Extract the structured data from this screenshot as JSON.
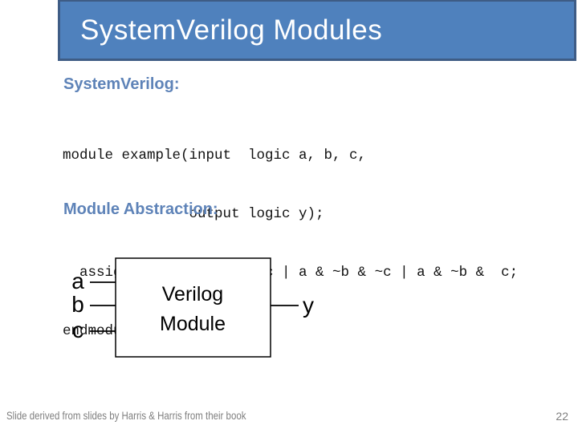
{
  "slide": {
    "title": "SystemVerilog Modules",
    "headings": {
      "language": "SystemVerilog:",
      "abstraction": "Module Abstraction:"
    },
    "code": {
      "lines": [
        "module example(input  logic a, b, c,",
        "               output logic y);",
        "  assign y = ~a & ~b & ~c | a & ~b & ~c | a & ~b &  c;",
        "endmodule"
      ]
    },
    "diagram": {
      "inputs": [
        "a",
        "b",
        "c"
      ],
      "output_label": "y",
      "box_label_line1": "Verilog",
      "box_label_line2": "Module"
    },
    "footer": {
      "credit": "Slide derived from slides by Harris & Harris from their book",
      "page_number": "22"
    },
    "colors": {
      "title_bar_fill": "#4F81BD",
      "title_bar_border": "#3E5C85",
      "heading_text": "#5E83B8",
      "code_text": "#111111",
      "footer_text": "#7F7F7F",
      "diagram_stroke": "#000000"
    }
  }
}
